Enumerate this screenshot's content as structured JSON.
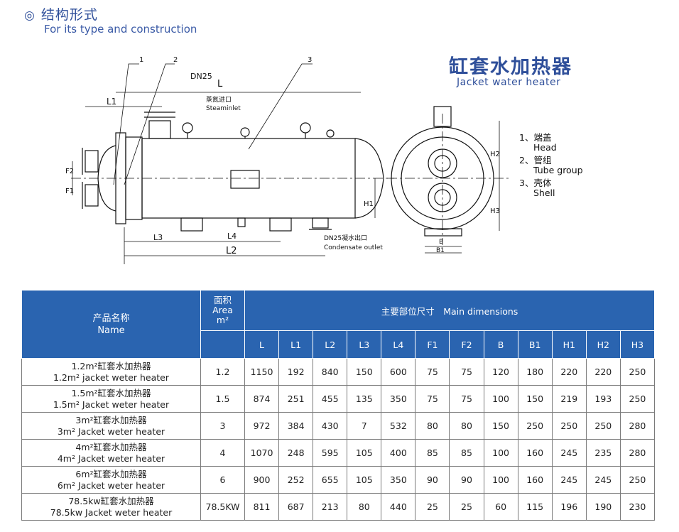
{
  "section": {
    "mark": "◎",
    "title": "结构形式",
    "subtitle": "For its type and construction"
  },
  "product": {
    "title": "缸套水加热器",
    "subtitle": "Jacket water heater"
  },
  "drawing_labels": {
    "callout_1": "1",
    "callout_2": "2",
    "callout_3": "3",
    "dn25_top": "DN25",
    "L": "L",
    "steam_cn": "蒸氮进口",
    "steam_en": "Steaminlet",
    "L1": "L1",
    "F2": "F2",
    "F1": "F1",
    "H1": "H1",
    "L3": "L3",
    "L4": "L4",
    "L2": "L2",
    "cond_cn": "DN25凝水出口",
    "cond_en": "Condensate outlet",
    "B": "B",
    "B1": "B1",
    "H2": "H2",
    "H3": "H3"
  },
  "legend": [
    {
      "num": "1、",
      "cn": "端盖",
      "en": "Head"
    },
    {
      "num": "2、",
      "cn": "管组",
      "en": "Tube group"
    },
    {
      "num": "3、",
      "cn": "壳体",
      "en": "Shell"
    }
  ],
  "table": {
    "hdr_name_cn": "产品名称",
    "hdr_name_en": "Name",
    "hdr_area_cn": "面积",
    "hdr_area_en": "Area",
    "hdr_area_unit": "m²",
    "hdr_main": "主要部位尺寸　Main dimensions",
    "columns": [
      "L",
      "L1",
      "L2",
      "L3",
      "L4",
      "F1",
      "F2",
      "B",
      "B1",
      "H1",
      "H2",
      "H3"
    ],
    "rows": [
      {
        "cn": "1.2m²缸套水加热器",
        "en": "1.2m² jacket weter heater",
        "area": "1.2",
        "vals": [
          "1150",
          "192",
          "840",
          "150",
          "600",
          "75",
          "75",
          "120",
          "180",
          "220",
          "220",
          "250"
        ]
      },
      {
        "cn": "1.5m²缸套水加热器",
        "en": "1.5m² Jacket weter heater",
        "area": "1.5",
        "vals": [
          "874",
          "251",
          "455",
          "135",
          "350",
          "75",
          "75",
          "100",
          "150",
          "219",
          "193",
          "250"
        ]
      },
      {
        "cn": "3m²缸套水加热器",
        "en": "3m² Jacket weter heater",
        "area": "3",
        "vals": [
          "972",
          "384",
          "430",
          "7",
          "532",
          "80",
          "80",
          "150",
          "250",
          "250",
          "250",
          "280"
        ]
      },
      {
        "cn": "4m²缸套水加热器",
        "en": "4m² Jacket weter heater",
        "area": "4",
        "vals": [
          "1070",
          "248",
          "595",
          "105",
          "400",
          "85",
          "85",
          "100",
          "160",
          "245",
          "235",
          "280"
        ]
      },
      {
        "cn": "6m²缸套水加热器",
        "en": "6m² Jacket weter heater",
        "area": "6",
        "vals": [
          "900",
          "252",
          "655",
          "105",
          "350",
          "90",
          "90",
          "100",
          "160",
          "245",
          "245",
          "250"
        ]
      },
      {
        "cn": "78.5kw缸套水加热器",
        "en": "78.5kw Jacket weter heater",
        "area": "78.5KW",
        "vals": [
          "811",
          "687",
          "213",
          "80",
          "440",
          "25",
          "25",
          "60",
          "115",
          "196",
          "190",
          "230"
        ]
      }
    ]
  },
  "colors": {
    "header_blue": "#2a64b0",
    "title_blue": "#2f4f9a"
  }
}
